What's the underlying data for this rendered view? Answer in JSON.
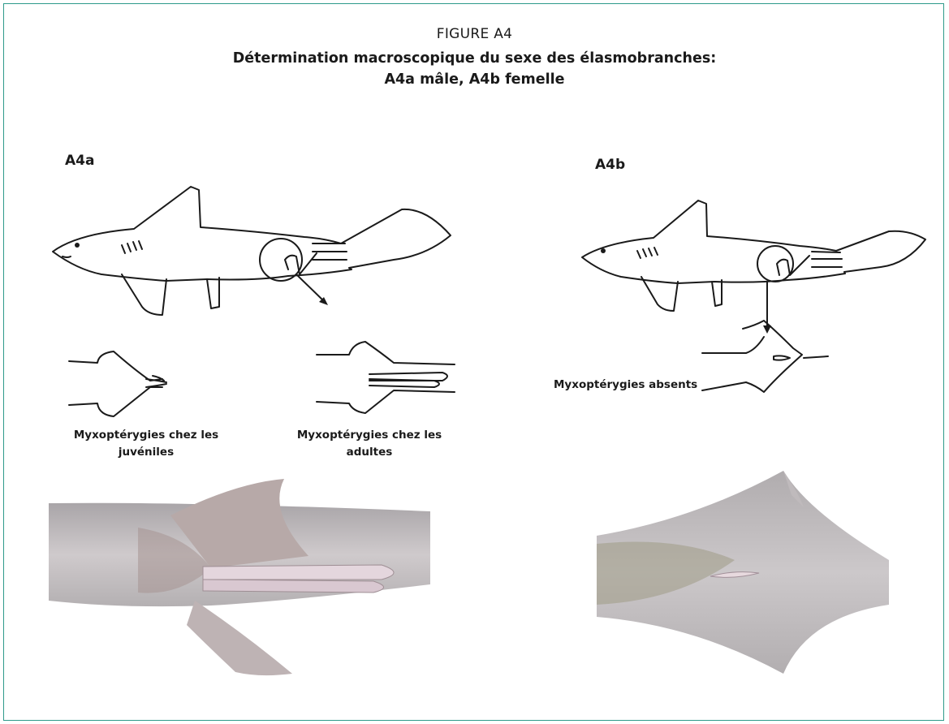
{
  "figure": {
    "number": "FIGURE A4",
    "title_line1": "Détermination macroscopique du sexe des élasmobranches:",
    "title_line2": "A4a mâle, A4b femelle"
  },
  "panels": {
    "male": {
      "label": "A4a",
      "juvenile_note": "Myxoptérygies chez les juvéniles",
      "adult_note": "Myxoptérygies chez les adultes"
    },
    "female": {
      "label": "A4b",
      "note": "Myxoptérygies absents"
    }
  },
  "colors": {
    "frame": "#2e9a8a",
    "ink": "#1a1a1a",
    "skin": "#c9c3c3"
  }
}
